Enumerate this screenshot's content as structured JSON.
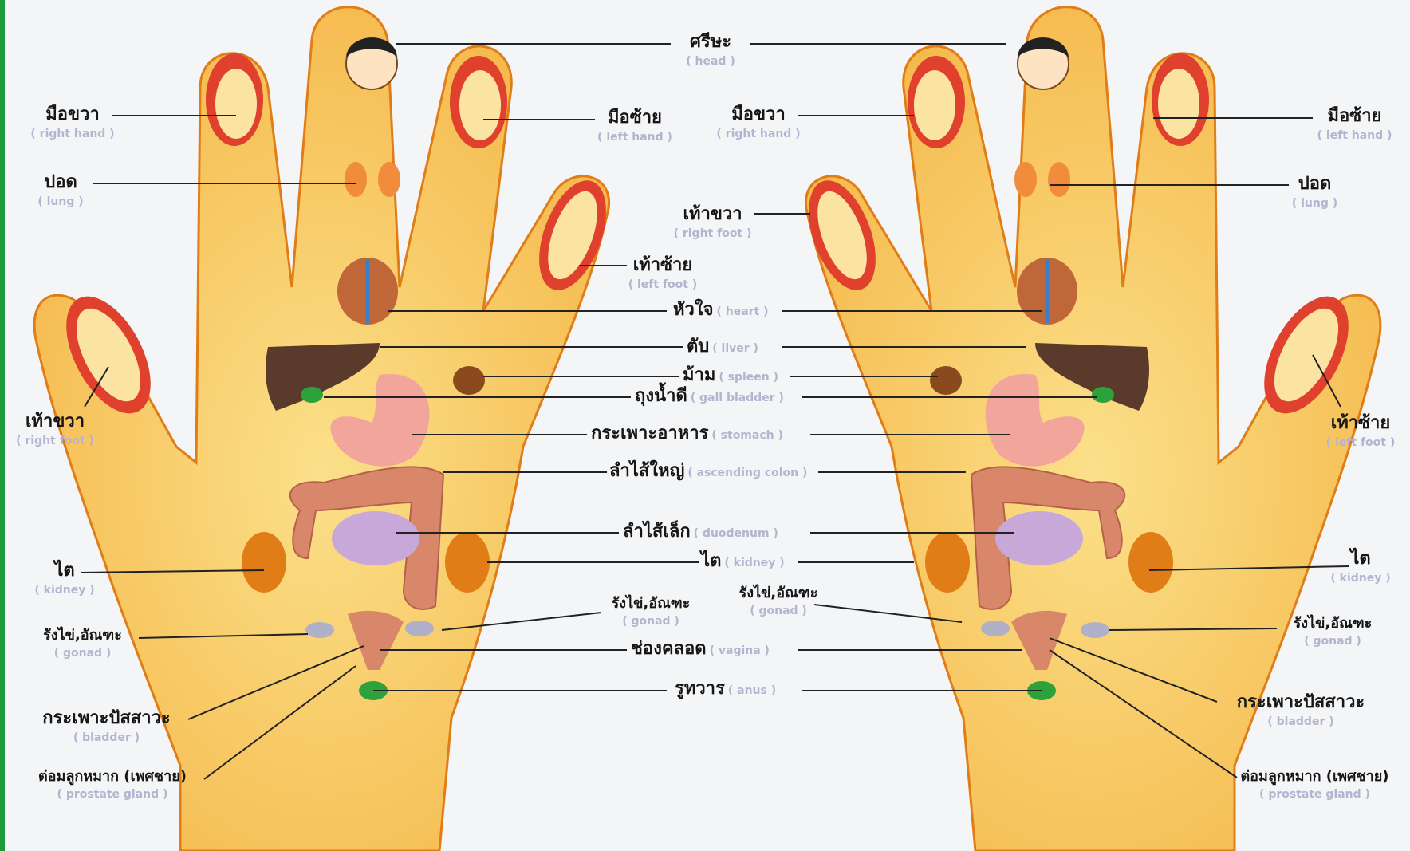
{
  "colors": {
    "background_green": "#1f9a3a",
    "poster": "#f4f5f7",
    "hand_fill": "#f7c35a",
    "hand_outline": "#e07d17",
    "reflex_zone": "#e0402e",
    "thai_text": "#161616",
    "english_text": "#b6b3d0"
  },
  "center_labels": [
    {
      "th": "ศรีษะ",
      "en": "( head )"
    },
    {
      "th": "หัวใจ",
      "en": "( heart )"
    },
    {
      "th": "ตับ",
      "en": "( liver )"
    },
    {
      "th": "ม้าม",
      "en": "( spleen )"
    },
    {
      "th": "ถุงน้ำดี",
      "en": "( gall bladder )"
    },
    {
      "th": "กระเพาะอาหาร",
      "en": "( stomach )"
    },
    {
      "th": "ลำไส้ใหญ่",
      "en": "( ascending colon )"
    },
    {
      "th": "ลำไส้เล็ก",
      "en": "( duodenum )"
    },
    {
      "th": "ไต",
      "en": "( kidney )"
    },
    {
      "th": "ช่องคลอด",
      "en": "( vagina )"
    },
    {
      "th": "รูทวาร",
      "en": "( anus )"
    }
  ],
  "left_hand_labels": [
    {
      "th": "มือขวา",
      "en": "( right hand )"
    },
    {
      "th": "ปอด",
      "en": "( lung )"
    },
    {
      "th": "มือซ้าย",
      "en": "( left hand )"
    },
    {
      "th": "เท้าซ้าย",
      "en": "( left foot )"
    },
    {
      "th": "เท้าขวา",
      "en": "( right foot )"
    },
    {
      "th": "ไต",
      "en": "( kidney )"
    },
    {
      "th": "รังไข่,อัณฑะ",
      "en": "( gonad )"
    },
    {
      "th": "รังไข่,อัณฑะ",
      "en": "( gonad )"
    },
    {
      "th": "กระเพาะปัสสาวะ",
      "en": "( bladder )"
    },
    {
      "th": "ต่อมลูกหมาก (เพศชาย)",
      "en": "( prostate gland )"
    }
  ],
  "right_hand_labels": [
    {
      "th": "มือขวา",
      "en": "( right hand )"
    },
    {
      "th": "มือซ้าย",
      "en": "( left hand )"
    },
    {
      "th": "เท้าขวา",
      "en": "( right foot )"
    },
    {
      "th": "ปอด",
      "en": "( lung )"
    },
    {
      "th": "เท้าซ้าย",
      "en": "( left foot )"
    },
    {
      "th": "ไต",
      "en": "( kidney )"
    },
    {
      "th": "รังไข่,อัณฑะ",
      "en": "( gonad )"
    },
    {
      "th": "รังไข่,อัณฑะ",
      "en": "( gonad )"
    },
    {
      "th": "กระเพาะปัสสาวะ",
      "en": "( bladder )"
    },
    {
      "th": "ต่อมลูกหมาก (เพศชาย)",
      "en": "( prostate gland )"
    }
  ]
}
